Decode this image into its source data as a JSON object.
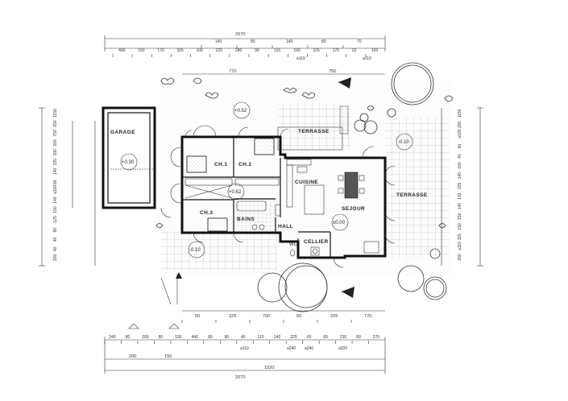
{
  "rooms": {
    "garage": "GARAGE",
    "ch1": "CH.1",
    "ch2": "CH.2",
    "ch3": "CH.3",
    "bains": "BAINS",
    "hall": "HALL",
    "cuisine": "CUISINE",
    "sejour": "SEJOUR",
    "cellier": "CELLIER",
    "wc": "WC",
    "terrasse_n": "TERRASSE",
    "terrasse_e": "TERRASSE"
  },
  "levels": {
    "garage": "+0.30",
    "hall": "+0.62",
    "sejour": "±0.00",
    "terrasse": "-0.10",
    "north": "+0.52",
    "west": "-0.10"
  },
  "dims_top": {
    "total": "2070",
    "row1": [
      "140",
      "80",
      "140",
      "80",
      "70"
    ],
    "row2": [
      "400",
      "150",
      "170",
      "325",
      "100",
      "225",
      "280",
      "90",
      "115",
      "100",
      "225",
      "170",
      "20",
      "100"
    ],
    "sub": [
      "a110",
      "a110"
    ],
    "mid": [
      "770",
      "750"
    ]
  },
  "dims_bottom": {
    "row_top": [
      "50",
      "325",
      "750",
      "50",
      "325",
      "770"
    ],
    "row1": [
      "240",
      "80",
      "200",
      "80",
      "150",
      "440",
      "80",
      "90",
      "40",
      "115",
      "140",
      "225",
      "60",
      "60",
      "230",
      "80",
      "270"
    ],
    "sub": [
      "a110",
      "a240",
      "a240",
      "a200"
    ],
    "row3": [
      "200",
      "150",
      "1520"
    ],
    "total": "2070"
  },
  "dims_left": [
    "1150",
    "650",
    "750",
    "200",
    "200",
    "225",
    "140",
    "60",
    "a100",
    "140",
    "150",
    "125",
    "90",
    "40",
    "40",
    "200"
  ],
  "dims_right": [
    "1150",
    "200",
    "a100",
    "60",
    "40",
    "200",
    "140",
    "225",
    "110",
    "140",
    "150",
    "150",
    "115",
    "a110",
    "200"
  ]
}
